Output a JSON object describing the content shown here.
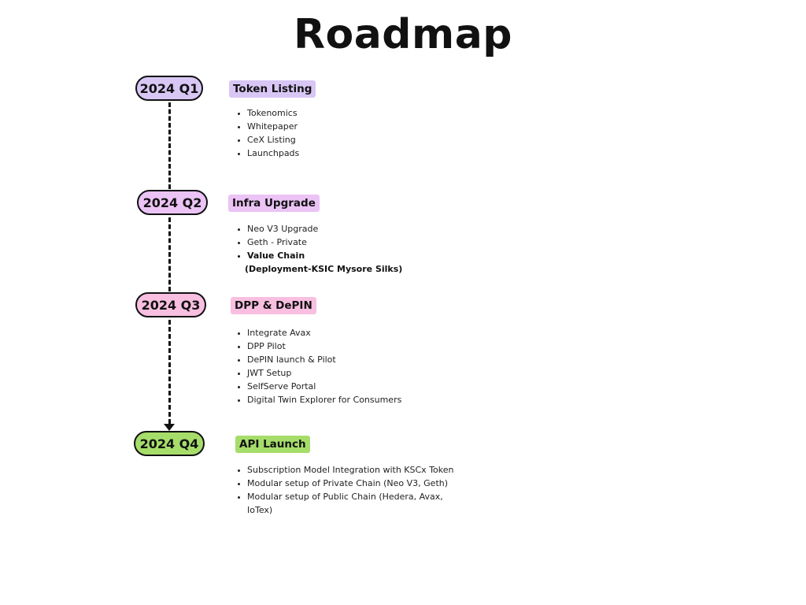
{
  "title": "Roadmap",
  "colors": {
    "q1": "#d8c6f5",
    "q2": "#ebc3f5",
    "q3": "#f8bfe0",
    "q4": "#a6dd6a",
    "line": "#111111"
  },
  "milestones": [
    {
      "quarter": "2024 Q1",
      "heading": "Token Listing",
      "items": [
        "Tokenomics",
        "Whitepaper",
        "CeX Listing",
        "Launchpads"
      ]
    },
    {
      "quarter": "2024 Q2",
      "heading": "Infra Upgrade",
      "items": [
        "Neo V3 Upgrade",
        "Geth - Private",
        "Value Chain"
      ],
      "continuation": "(Deployment-KSIC Mysore Silks)"
    },
    {
      "quarter": "2024 Q3",
      "heading": "DPP & DePIN",
      "items": [
        "Integrate Avax",
        "DPP Pilot",
        "DePIN launch & Pilot",
        "JWT Setup",
        "SelfServe Portal",
        "Digital Twin Explorer for Consumers"
      ]
    },
    {
      "quarter": "2024 Q4",
      "heading": "API Launch",
      "items": [
        "Subscription Model Integration with KSCx Token",
        "Modular setup of Private Chain (Neo V3, Geth)",
        "Modular setup of Public Chain (Hedera, Avax,",
        "IoTex)"
      ]
    }
  ]
}
